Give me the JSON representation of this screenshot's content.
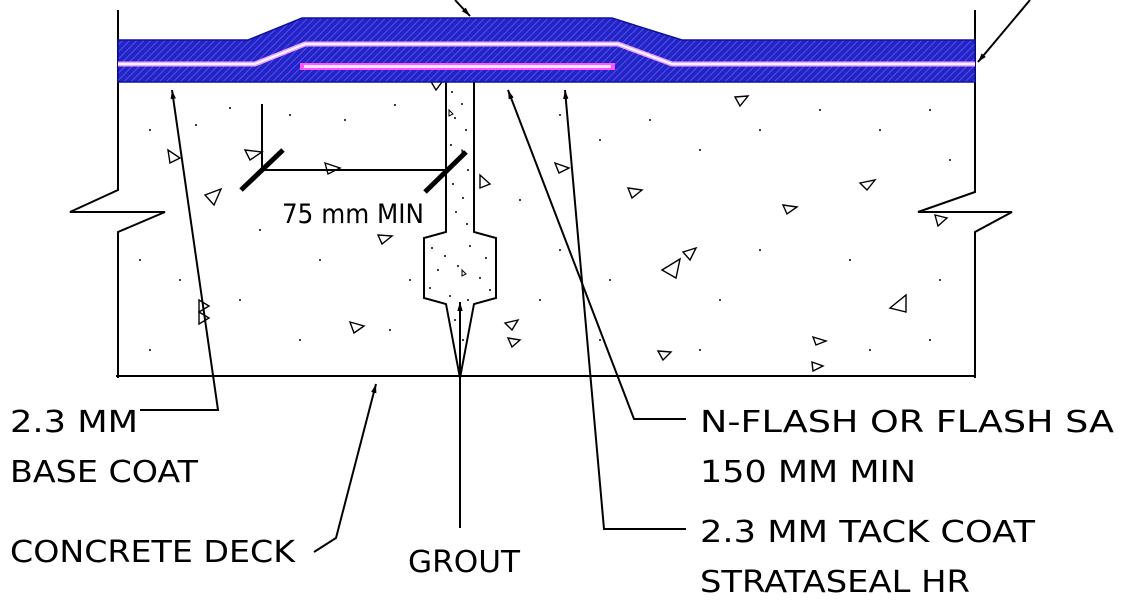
{
  "labels": {
    "base_coat_line1": "2.3 MM",
    "base_coat_line2": "BASE COAT",
    "concrete_deck": "CONCRETE DECK",
    "grout": "GROUT",
    "flash_line1": "N-FLASH OR FLASH SA",
    "flash_line2": "150 MM MIN",
    "tack_coat": "2.3 MM TACK COAT",
    "strataseal": "STRATASEAL HR",
    "dimension": "75 mm MIN"
  },
  "colors": {
    "membrane": "#2020c8",
    "membrane_hatch": "#6060ff",
    "flash_strip": "#ff44ff",
    "line": "#000000",
    "background": "#ffffff"
  }
}
